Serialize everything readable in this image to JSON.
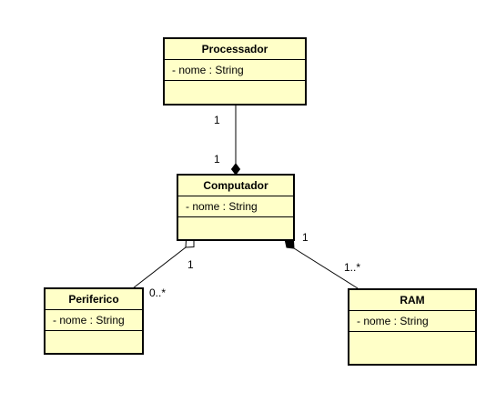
{
  "classes": {
    "processador": {
      "name": "Processador",
      "attributes": [
        "- nome : String"
      ]
    },
    "computador": {
      "name": "Computador",
      "attributes": [
        "- nome : String"
      ]
    },
    "periferico": {
      "name": "Periferico",
      "attributes": [
        "- nome : String"
      ]
    },
    "ram": {
      "name": "RAM",
      "attributes": [
        "- nome : String"
      ]
    }
  },
  "associations": [
    {
      "from": "processador",
      "to": "computador",
      "kind": "composition",
      "from_multiplicity": "1",
      "to_multiplicity": "1"
    },
    {
      "from": "periferico",
      "to": "computador",
      "kind": "aggregation",
      "from_multiplicity": "0..*",
      "to_multiplicity": "1"
    },
    {
      "from": "ram",
      "to": "computador",
      "kind": "composition",
      "from_multiplicity": "1..*",
      "to_multiplicity": "1"
    }
  ],
  "colors": {
    "class_fill": "#ffffc8",
    "line": "#000000"
  }
}
